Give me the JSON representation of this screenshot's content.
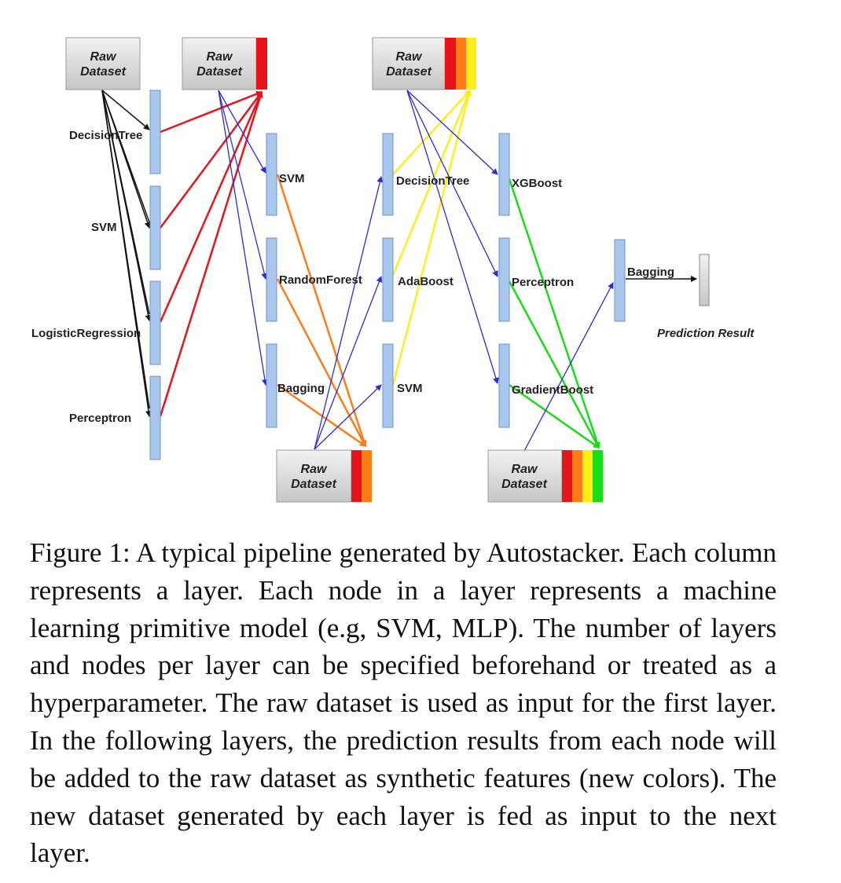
{
  "figure": {
    "raw_dataset_label": [
      "Raw",
      "Dataset"
    ],
    "prediction_result": "Prediction Result",
    "layer1": {
      "nodes": [
        "DecisionTree",
        "SVM",
        "LogisticRegression",
        "Perceptron"
      ],
      "output_dataset_feature_colors": [
        "#e8141b"
      ]
    },
    "layer2": {
      "nodes": [
        "SVM",
        "RandomForest",
        "Bagging"
      ],
      "output_dataset_feature_colors": [
        "#e8141b",
        "#ff7b17"
      ]
    },
    "layer3": {
      "nodes": [
        "DecisionTree",
        "AdaBoost",
        "SVM"
      ],
      "output_dataset_feature_colors": [
        "#e8141b",
        "#ff7b17",
        "#ffee17"
      ]
    },
    "layer4": {
      "nodes": [
        "XGBoost",
        "Perceptron",
        "GradientBoost"
      ],
      "output_dataset_feature_colors": [
        "#e8141b",
        "#ff7b17",
        "#ffee17",
        "#17dd17"
      ]
    },
    "layer5": {
      "nodes": [
        "Bagging"
      ]
    },
    "edge_colors": {
      "input": "#111111",
      "layer1": "#e8141b",
      "layer2": "#ff7b17",
      "layer3": "#ffee17",
      "layer4": "#17dd17",
      "dataset": "#2b2bd8"
    }
  },
  "caption": "Figure 1: A typical pipeline generated by Autostacker. Each column represents a layer. Each node in a layer represents a machine learning primitive model (e.g, SVM, MLP). The number of layers and nodes per layer can be specified beforehand or treated as a hyperparameter. The raw dataset is used as input for the first layer. In the following layers, the prediction results from each node will be added to the raw dataset as synthetic features (new colors). The new dataset generated by each layer is fed as input to the next layer."
}
